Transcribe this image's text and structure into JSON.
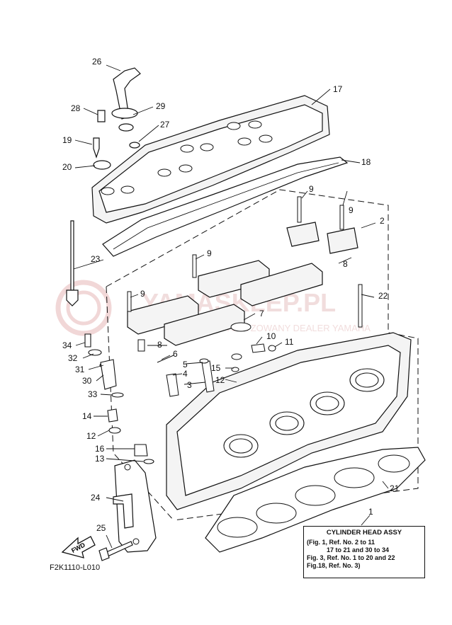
{
  "figure_code": "F2K1110-L010",
  "assembly": {
    "number": "1",
    "title": "CYLINDER HEAD ASSY",
    "lines": [
      "(Fig. 1, Ref. No. 2 to 11",
      "17 to 21 and 30 to 34",
      "Fig. 3, Ref. No. 1 to 20 and 22",
      "Fig.18, Ref. No. 3)"
    ]
  },
  "fwd_label": "FWD",
  "watermark": {
    "line1": "YAMASKLEP.PL",
    "line2": "AUTORYZOWANY DEALER YAMAHA"
  },
  "callouts": [
    "2",
    "3",
    "4",
    "5",
    "6",
    "7",
    "8",
    "8",
    "9",
    "9",
    "9",
    "9",
    "10",
    "11",
    "12",
    "12",
    "13",
    "14",
    "15",
    "16",
    "17",
    "18",
    "19",
    "20",
    "21",
    "22",
    "23",
    "24",
    "25",
    "26",
    "27",
    "28",
    "29",
    "30",
    "31",
    "32",
    "33",
    "34"
  ]
}
